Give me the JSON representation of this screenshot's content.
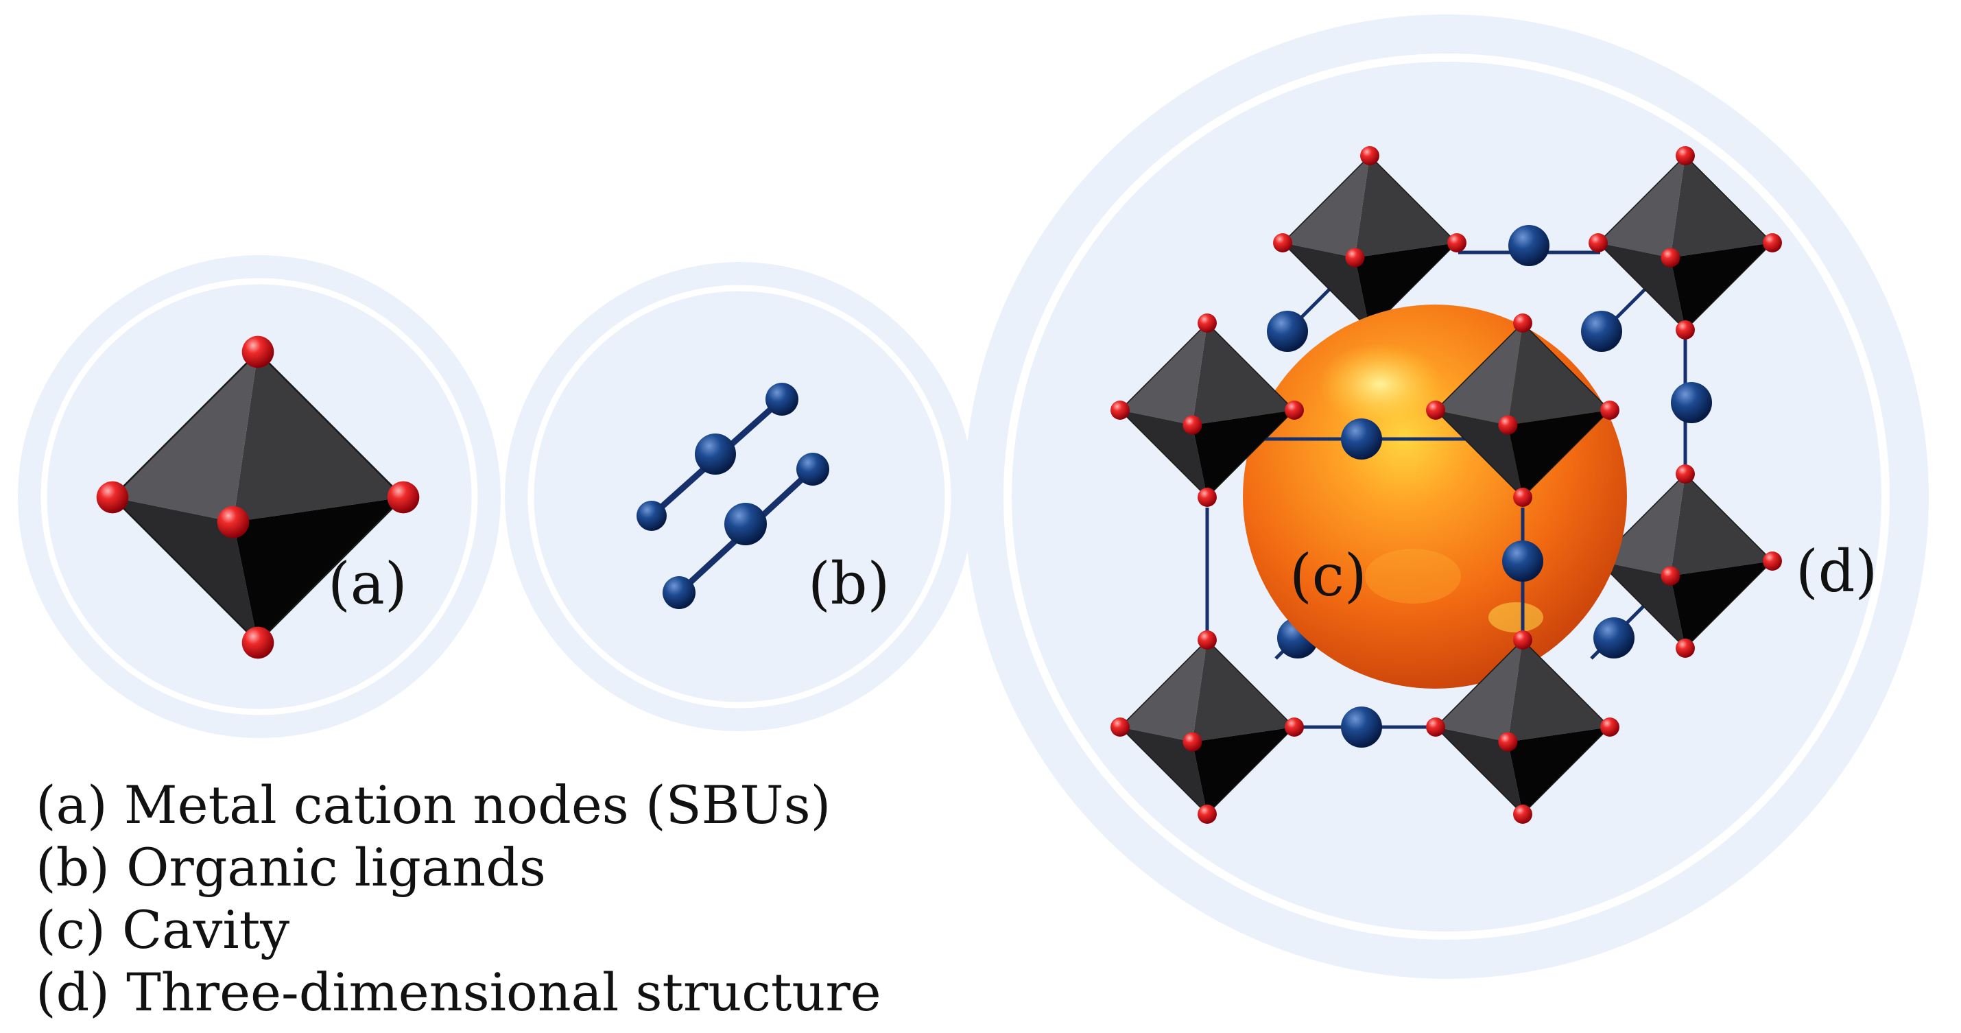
{
  "panels": {
    "a": {
      "tag": "(a)"
    },
    "b": {
      "tag": "(b)"
    },
    "c": {
      "tag": "(c)"
    },
    "d": {
      "tag": "(d)"
    }
  },
  "legend": [
    "(a) Metal cation nodes (SBUs)",
    "(b) Organic ligands",
    "(c) Cavity",
    "(d) Three-dimensional structure"
  ],
  "colors": {
    "panel_bg": "#eaf1fb",
    "octahedron": "#2b2b2d",
    "vertex_atom": "#d8121c",
    "linker_atom": "#123a78",
    "linker_bond": "#15306a",
    "cavity": "#f26a12"
  }
}
